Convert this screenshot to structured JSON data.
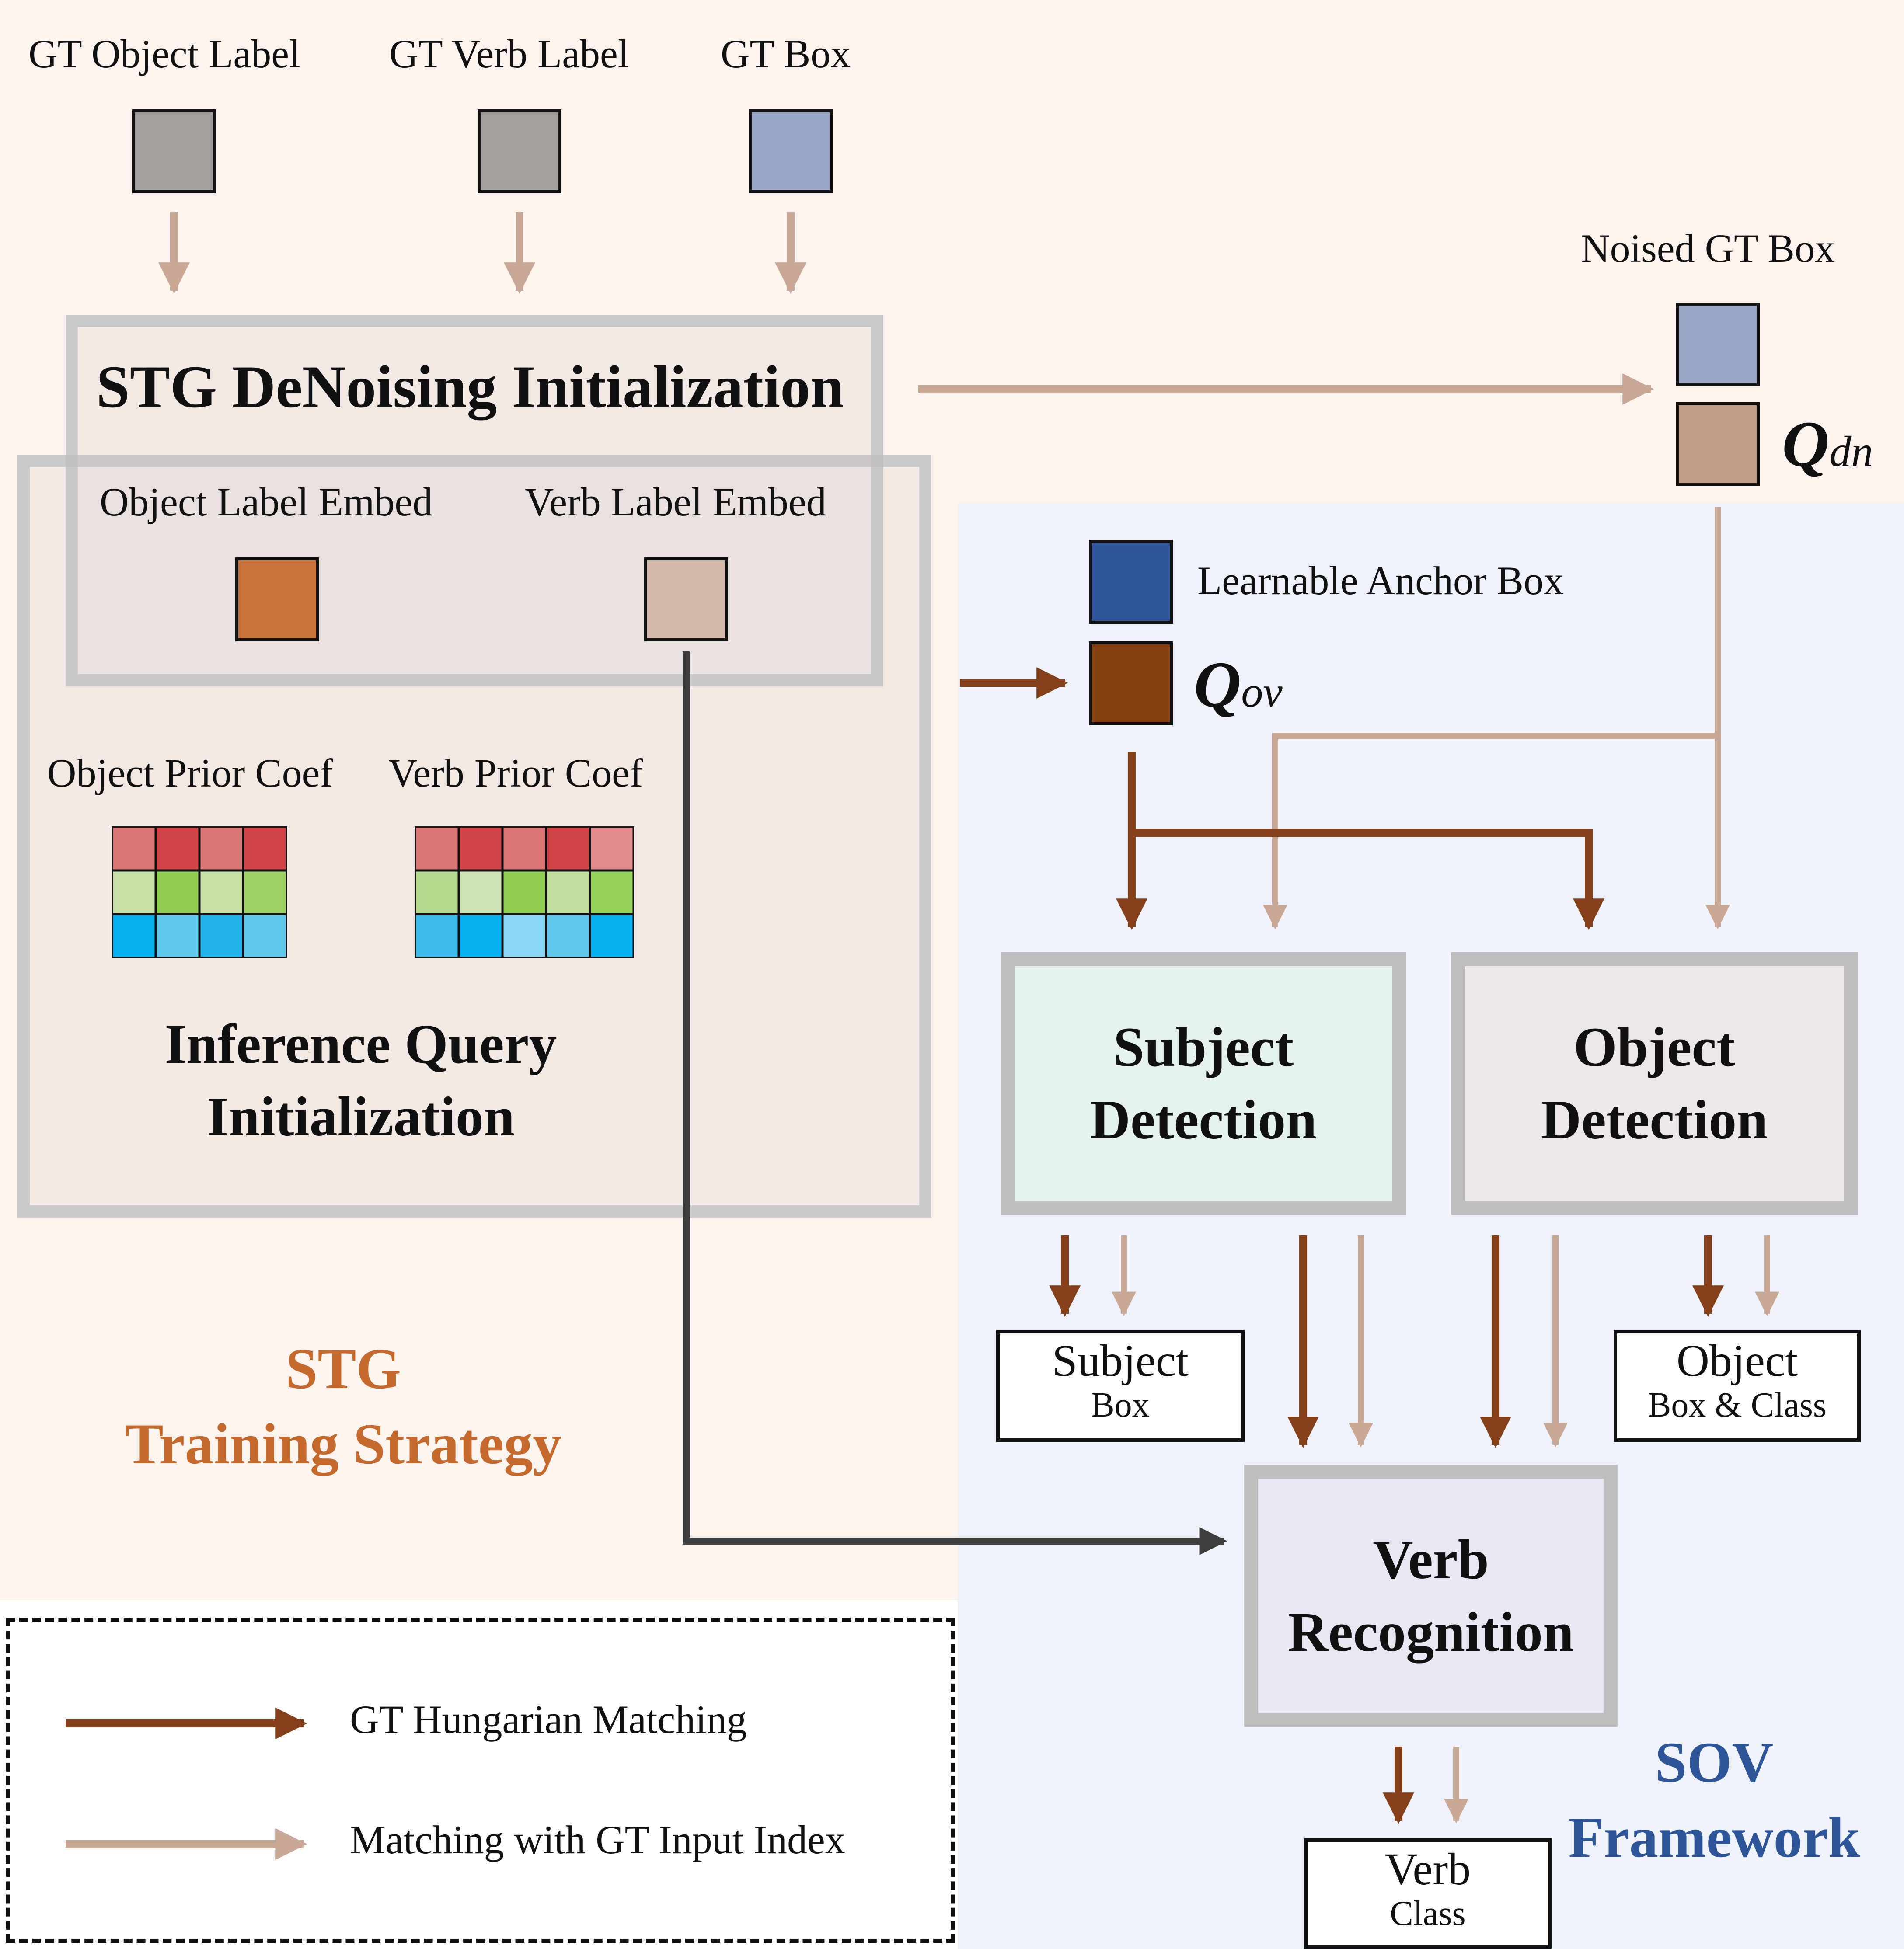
{
  "inputs": {
    "gt_object_label": "GT Object Label",
    "gt_verb_label": "GT Verb Label",
    "gt_box": "GT Box",
    "noised_gt_box": "Noised GT Box"
  },
  "stg_denoising": {
    "title": "STG DeNoising Initialization",
    "object_label_embed": "Object Label Embed",
    "verb_label_embed": "Verb Label Embed"
  },
  "inference_query": {
    "title_line1": "Inference Query",
    "title_line2": "Initialization",
    "object_prior_coef": "Object Prior Coef",
    "verb_prior_coef": "Verb Prior Coef",
    "object_prior_grid": [
      [
        "#dd7777",
        "#cf4548",
        "#dd7777",
        "#cf4548"
      ],
      [
        "#c6e0a8",
        "#8fce50",
        "#c6e0a8",
        "#9fd366"
      ],
      [
        "#08b0f0",
        "#62c8ec",
        "#22b4ec",
        "#62c8ec"
      ]
    ],
    "verb_prior_grid": [
      [
        "#dd7777",
        "#cf4548",
        "#dd7777",
        "#cf4548",
        "#e08c8c"
      ],
      [
        "#b2d88c",
        "#cfe4b6",
        "#8fce50",
        "#c0de9c",
        "#95d05a"
      ],
      [
        "#3cbcec",
        "#08b0f0",
        "#8ad6f2",
        "#62c8ec",
        "#08b0f0"
      ]
    ]
  },
  "queries": {
    "learnable_anchor_box": "Learnable Anchor Box",
    "q_dn_main": "Q",
    "q_dn_sub": "dn",
    "q_ov_main": "Q",
    "q_ov_sub": "ov"
  },
  "modules": {
    "subject_line1": "Subject",
    "subject_line2": "Detection",
    "object_line1": "Object",
    "object_line2": "Detection",
    "verb_line1": "Verb",
    "verb_line2": "Recognition"
  },
  "outputs": {
    "subject_main": "Subject",
    "subject_sub": "Box",
    "object_main": "Object",
    "object_sub": "Box & Class",
    "verb_main": "Verb",
    "verb_sub": "Class"
  },
  "regions": {
    "stg_line1": "STG",
    "stg_line2": "Training Strategy",
    "sov_line1": "SOV",
    "sov_line2": "Framework"
  },
  "legend": {
    "gt_hungarian": "GT Hungarian Matching",
    "gt_input_index": "Matching with GT Input Index"
  },
  "colors": {
    "dark_arrow": "#84401a",
    "light_arrow": "#c8a996",
    "black_arrow": "#3d3d3d",
    "gt_label_square": "#a39f9c",
    "gt_box_square": "#9aa8c6",
    "object_embed": "#c8733a",
    "verb_embed": "#d1b7a7",
    "anchor_box": "#2f5399",
    "q_ov": "#84400f",
    "q_dn": "#c09e87",
    "stg_title": "#c5692c",
    "sov_title": "#2f5599"
  }
}
